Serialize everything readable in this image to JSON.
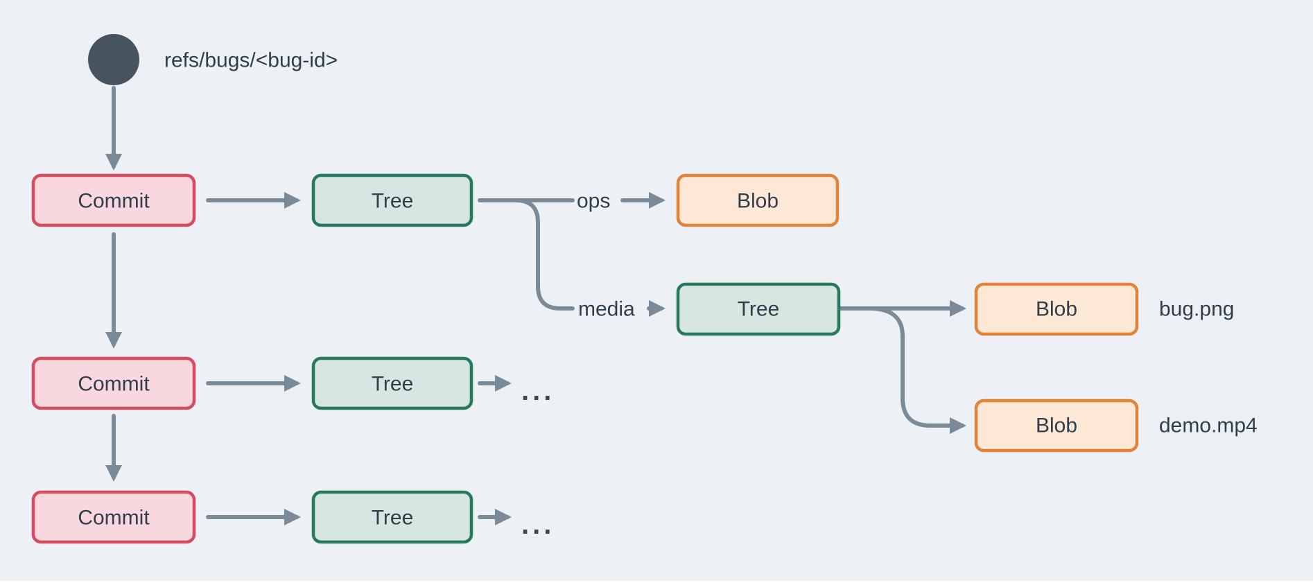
{
  "diagram": {
    "ref_label": "refs/bugs/<bug-id>",
    "nodes": {
      "commit1": {
        "label": "Commit"
      },
      "commit2": {
        "label": "Commit"
      },
      "commit3": {
        "label": "Commit"
      },
      "tree1": {
        "label": "Tree"
      },
      "tree2": {
        "label": "Tree"
      },
      "tree3": {
        "label": "Tree"
      },
      "tree_media": {
        "label": "Tree"
      },
      "blob_ops": {
        "label": "Blob"
      },
      "blob_bug": {
        "label": "Blob"
      },
      "blob_demo": {
        "label": "Blob"
      }
    },
    "edge_labels": {
      "ops": "ops",
      "media": "media"
    },
    "file_labels": {
      "bug": "bug.png",
      "demo": "demo.mp4"
    },
    "ellipsis": {
      "row2": "...",
      "row3": "..."
    },
    "colors": {
      "background": "#edf1f6",
      "edge": "#7b8a98",
      "ref_node": "#47545f",
      "commit_fill": "#f8d8de",
      "commit_border": "#d54b60",
      "tree_fill": "#d7e6e0",
      "tree_border": "#27795e",
      "blob_fill": "#fce8d5",
      "blob_border": "#e0843c",
      "text": "#2f3e4d"
    }
  }
}
